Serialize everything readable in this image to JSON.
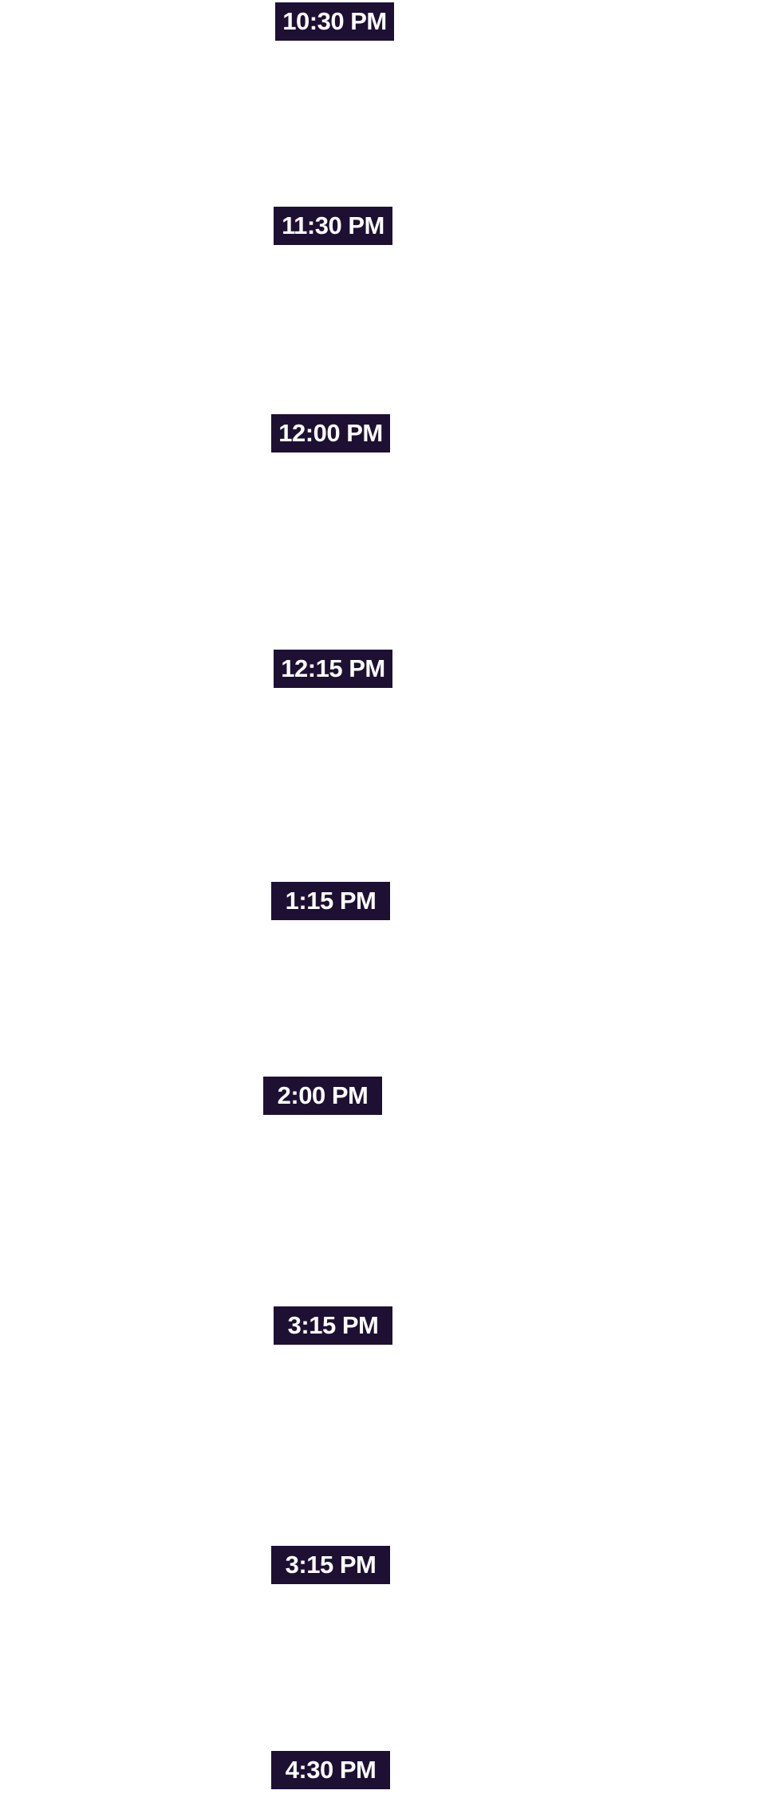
{
  "timeline": {
    "items": [
      {
        "time": "10:30 PM"
      },
      {
        "time": "11:30 PM"
      },
      {
        "time": "12:00 PM"
      },
      {
        "time": "12:15 PM"
      },
      {
        "time": "1:15 PM"
      },
      {
        "time": "2:00 PM"
      },
      {
        "time": "3:15 PM"
      },
      {
        "time": "3:15 PM"
      },
      {
        "time": "4:30 PM"
      }
    ]
  },
  "colors": {
    "badge_background": "#1e1033",
    "badge_text": "#ffffff",
    "page_background": "#ffffff"
  }
}
